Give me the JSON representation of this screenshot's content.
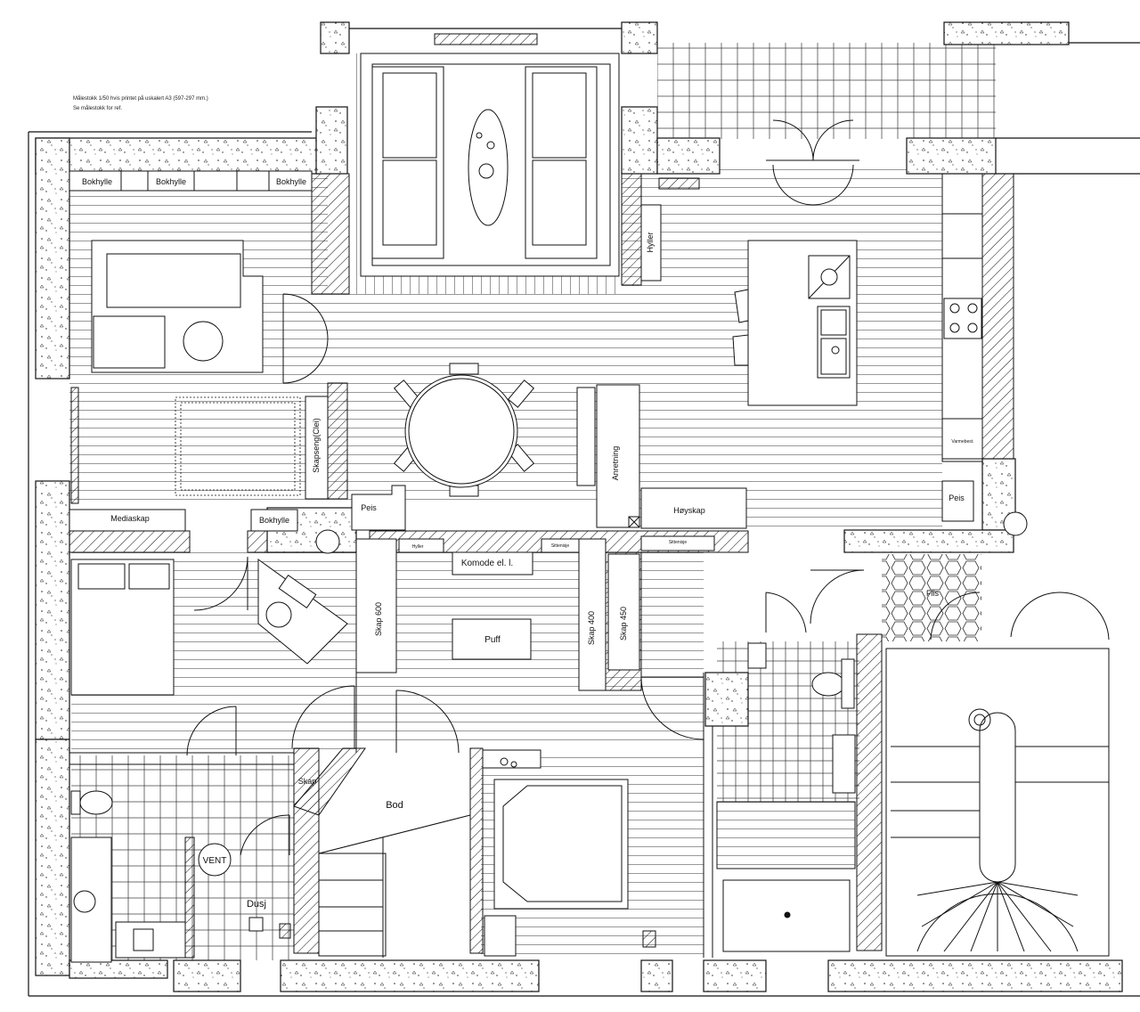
{
  "notes": {
    "scale": "Målestokk 1/50 hvis printet på uskalert A3 (597-297 mm.)",
    "ref": "Se målestokk for ref."
  },
  "labels": {
    "bokhylle": "Bokhylle",
    "mediaskap": "Mediaskap",
    "skapseng": "Skapseng(Clei)",
    "peis": "Peis",
    "hyller": "Hyller",
    "hyller_small": "Hyller",
    "komode": "Komode el. l.",
    "sittenisje": "Sittenisje",
    "skap600": "Skap 600",
    "skap400": "Skap 400",
    "skap450": "Skap 450",
    "puff": "Puff",
    "anretning": "Anretning",
    "hoyskap": "Høyskap",
    "varmebest": "Varmebest.",
    "flis": "Flis",
    "bod": "Bod",
    "skap": "Skap",
    "dusj": "Dusj",
    "vent": "VENT"
  },
  "colors": {
    "line": "#111111",
    "paper": "#ffffff",
    "wall_fill": "#f4f4f4"
  }
}
